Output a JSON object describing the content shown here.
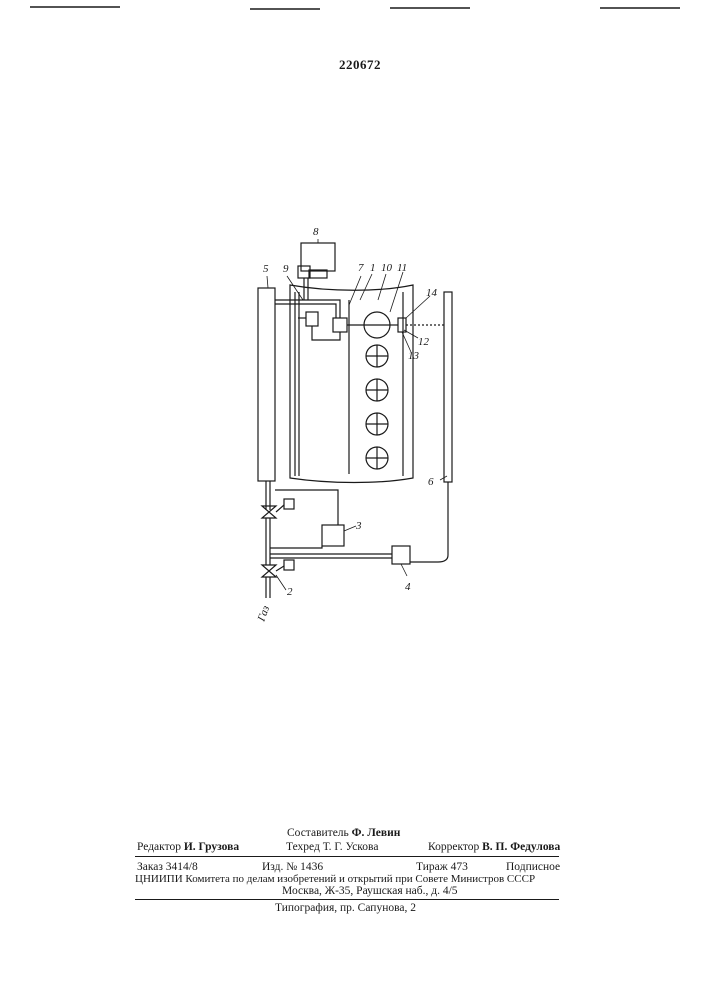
{
  "document": {
    "patent_number": "220672"
  },
  "figure": {
    "labels": {
      "l1": "1",
      "l2": "2",
      "l3": "3",
      "l4": "4",
      "l5": "5",
      "l6": "6",
      "l7": "7",
      "l8": "8",
      "l9": "9",
      "l10": "10",
      "l11": "11",
      "l12": "12",
      "l13": "13",
      "l14": "14",
      "gas": "Газ"
    }
  },
  "imprint": {
    "compiler": "Составитель",
    "compiler_name": "Ф. Левин",
    "editor": "Редактор",
    "editor_name": "И. Грузова",
    "techred": "Техред Т. Г. Ускова",
    "corrector": "Корректор",
    "corrector_name": "В. П. Федулова",
    "order": "Заказ 3414/8",
    "edition": "Изд. № 1436",
    "circulation": "Тираж 473",
    "subscription": "Подписное",
    "institute_line": "ЦНИИПИ Комитета по делам изобретений и открытий при Совете Министров СССР",
    "address_line": "Москва, Ж-35, Раушская наб., д. 4/5",
    "printing": "Типография, пр. Сапунова, 2"
  }
}
